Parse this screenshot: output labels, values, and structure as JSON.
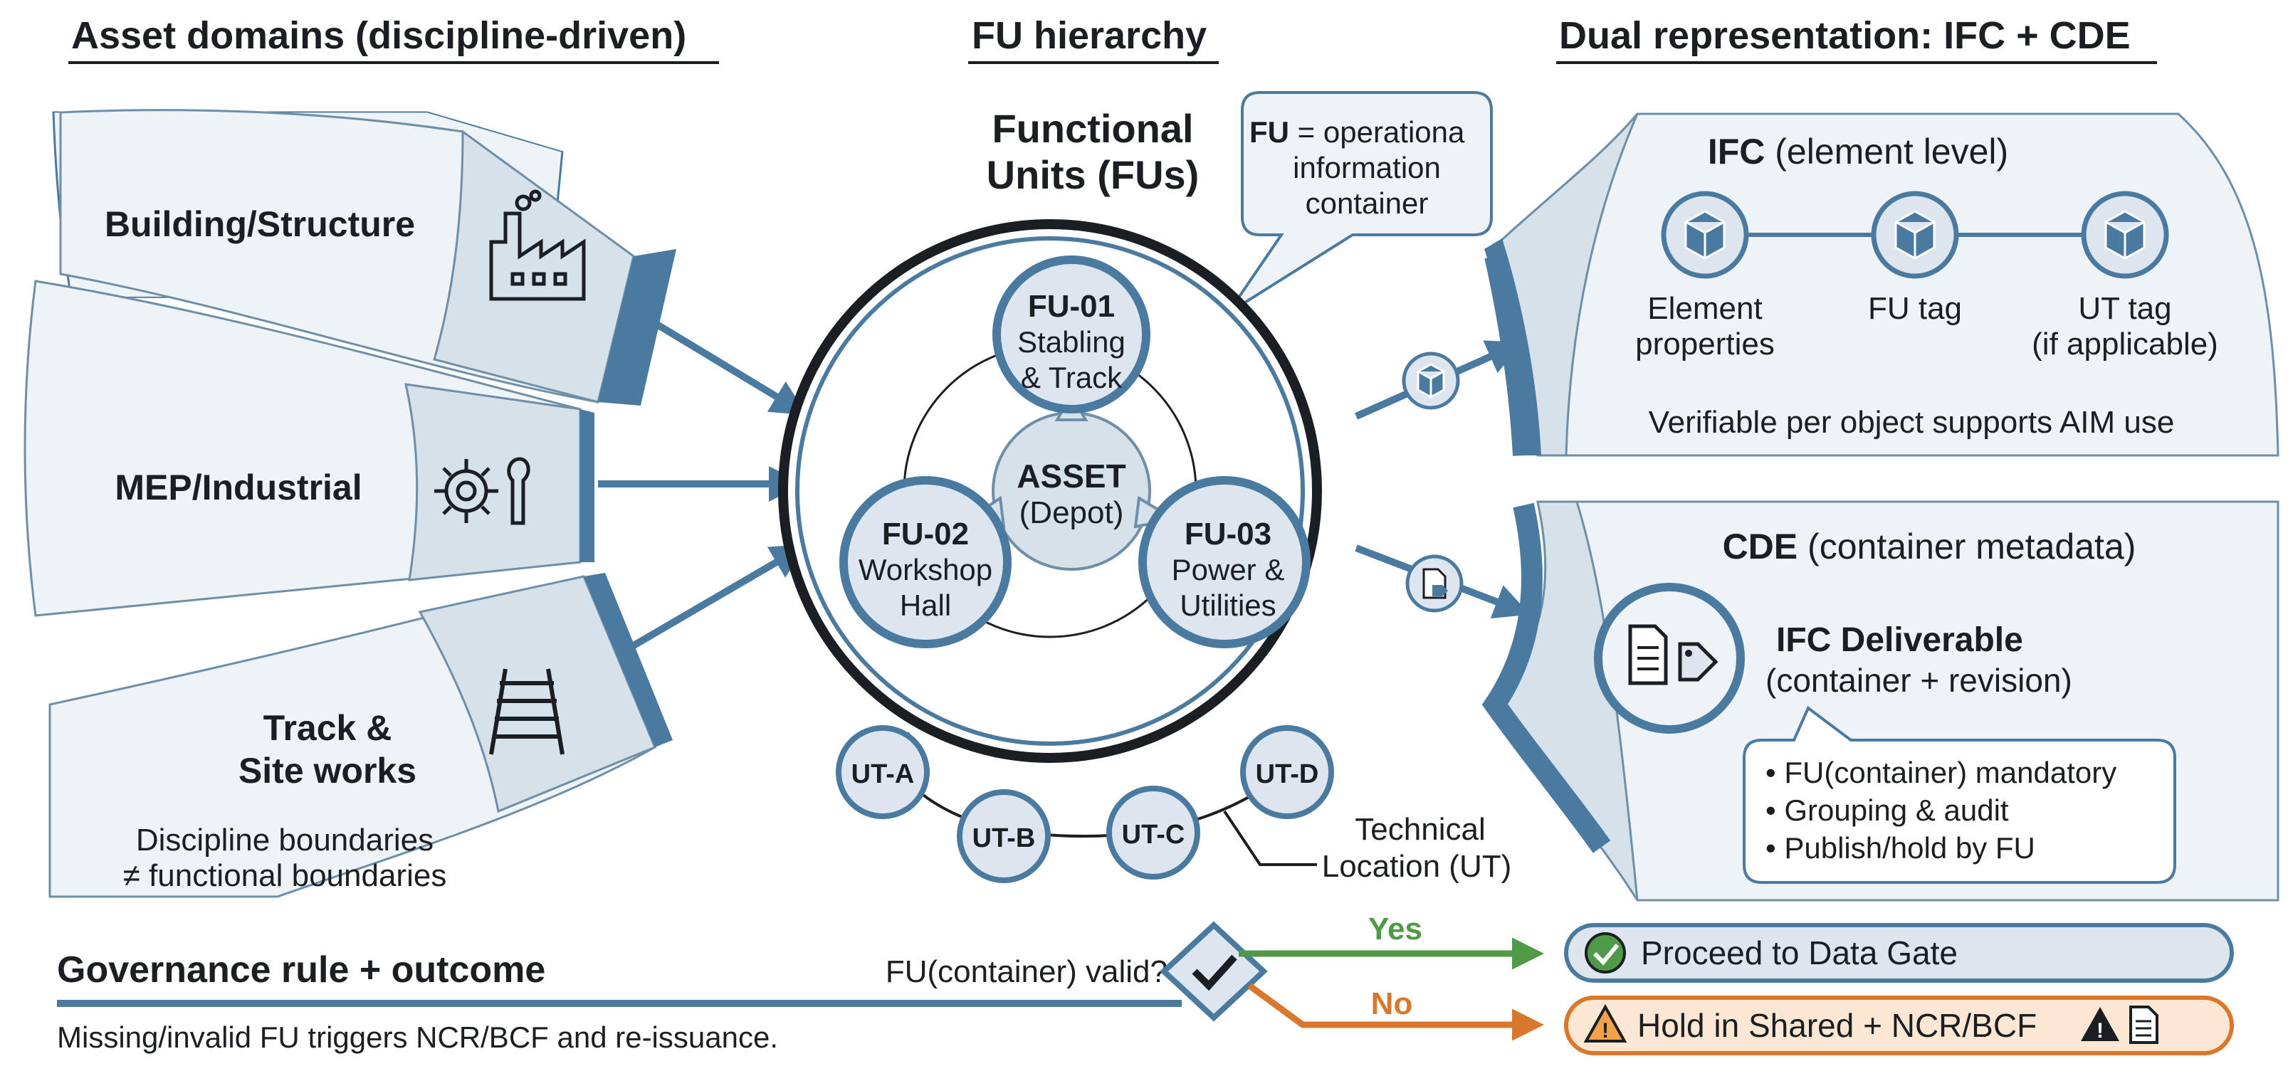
{
  "headers": {
    "left": "Asset domains (discipline-driven)",
    "center": "FU hierarchy",
    "right": "Dual representation: IFC + CDE"
  },
  "domains": {
    "building": "Building/Structure",
    "mep": "MEP/Industrial",
    "track_line1": "Track &",
    "track_line2": "Site works",
    "note_line1": "Discipline boundaries",
    "note_line2": "≠ functional boundaries"
  },
  "fu": {
    "title_line1": "Functional",
    "title_line2": "Units (FUs)",
    "callout_bold": "FU",
    "callout_line1_rest": " = operationa",
    "callout_line2": "information",
    "callout_line3": "container",
    "asset_line1": "ASSET",
    "asset_line2": "(Depot)",
    "fu01_id": "FU-01",
    "fu01_line1": "Stabling",
    "fu01_line2": "& Track",
    "fu02_id": "FU-02",
    "fu02_line1": "Workshop",
    "fu02_line2": "Hall",
    "fu03_id": "FU-03",
    "fu03_line1": "Power &",
    "fu03_line2": "Utilities",
    "uts": [
      "UT-A",
      "UT-B",
      "UT-C",
      "UT-D"
    ],
    "tech_line1": "Technical",
    "tech_line2": "Location (UT)"
  },
  "ifc": {
    "title_bold": "IFC",
    "title_rest": " (element level)",
    "node1_line1": "Element",
    "node1_line2": "properties",
    "node2": "FU tag",
    "node3_line1": "UT tag",
    "node3_line2": "(if applicable)",
    "footer": "Verifiable per object supports AIM use"
  },
  "cde": {
    "title_bold": "CDE",
    "title_rest": " (container metadata)",
    "deliverable": "IFC Deliverable",
    "deliverable_sub": "(container + revision)",
    "bullets": [
      "• FU(container) mandatory",
      "• Grouping & audit",
      "• Publish/hold by FU"
    ]
  },
  "governance": {
    "title": "Governance rule + outcome",
    "question": "FU(container) valid?",
    "yes": "Yes",
    "no": "No",
    "proceed": "Proceed to Data Gate",
    "hold": "Hold in Shared + NCR/BCF",
    "footnote": "Missing/invalid FU triggers NCR/BCF and re-issuance."
  },
  "colors": {
    "steel_blue": "#4b7aa0",
    "light_blue": "#dde6ee",
    "pale_blue": "#eef3f7",
    "yes_green": "#4f9a46",
    "no_orange": "#d9772c",
    "hold_fill": "#fbe7d2"
  }
}
